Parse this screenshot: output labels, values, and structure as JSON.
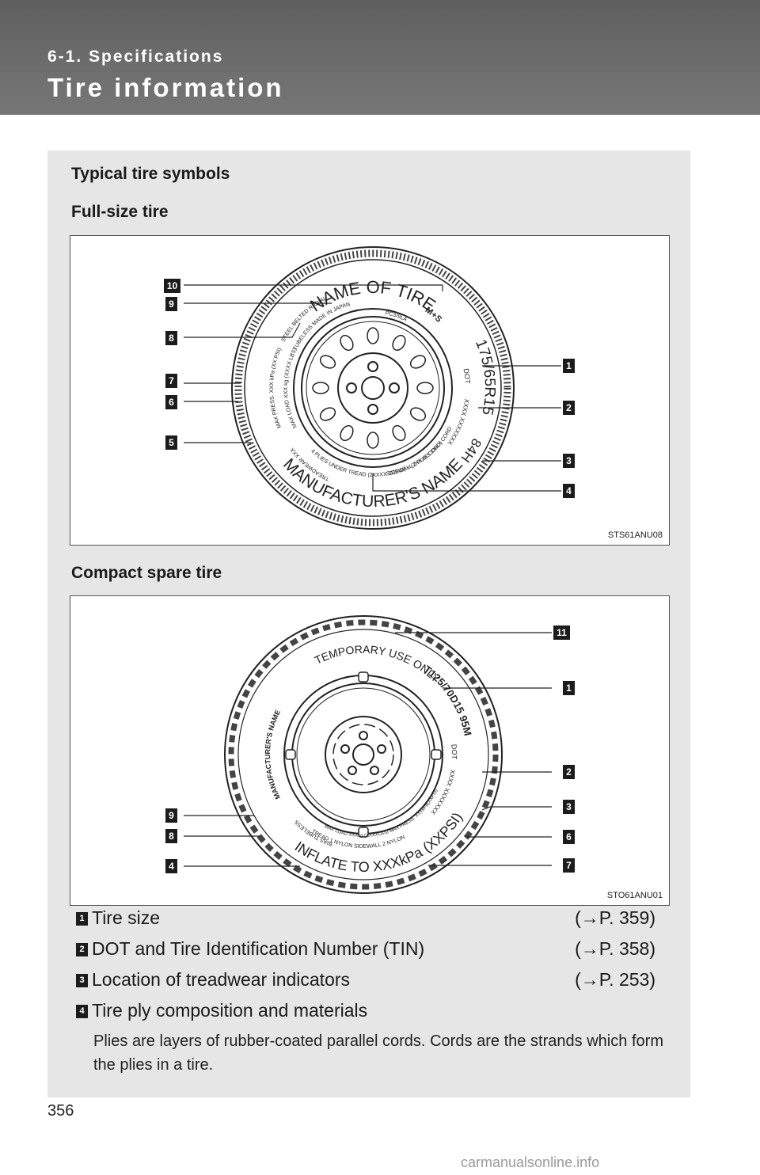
{
  "header": {
    "section": "6-1. Specifications",
    "title": "Tire information"
  },
  "headings": {
    "typical": "Typical tire symbols",
    "full_size": "Full-size tire",
    "compact": "Compact spare tire"
  },
  "figure1": {
    "code": "STS61ANU08",
    "tire_texts": {
      "name": "NAME OF TIRE",
      "size": "175/65R15",
      "load": "84H",
      "mfr": "MANUFACTURER'S NAME",
      "ms": "M+S",
      "dot": "DOT",
      "tin": "XXXX XXXXXXX",
      "pc": "PC3/9LA",
      "steel": "STEEL BELTED RADIAL",
      "tubeless": "TUBELESS MADE IN JAPAN",
      "plies": "4 PLIES UNDER TREAD (2XXXX CORD) + (2XXXX CORD)",
      "sidewall": "SIDEWALL 2 PLIES XXXX CORD",
      "tread": "TREADWEAR XXX",
      "maxpress": "MAX PRESS. XXX kPa (XX PSI)",
      "maxload": "MAX LOAD XXX kg (XXXX LBS)"
    },
    "callouts_left": [
      "10",
      "9",
      "8",
      "7",
      "6",
      "5"
    ],
    "callouts_right": [
      "1",
      "2",
      "3",
      "4"
    ]
  },
  "figure2": {
    "code": "STO61ANU01",
    "tire_texts": {
      "temp": "TEMPORARY USE ONLY",
      "size": "T125/70D15 95M",
      "dot": "DOT",
      "tin": "XXXX XXXXXXX",
      "mfr": "MANUFACTURER'S NAME",
      "inflate": "INFLATE TO XXXkPa (XXPSI)",
      "bias": "BIAS TUBELESS",
      "tread": "TREAD 1 NYLON SIDEWALL 2 NYLON",
      "maxload": "MAX LOAD XXXkg (XXXXLBS) MAX PRESS. XXXkPa(XXPSI)"
    },
    "callouts_left": [
      "9",
      "8",
      "4"
    ],
    "callouts_right": [
      "11",
      "1",
      "2",
      "3",
      "6",
      "7"
    ]
  },
  "items": [
    {
      "num": "1",
      "label": "Tire size",
      "ref": "(→P. 359)"
    },
    {
      "num": "2",
      "label": "DOT and Tire Identification Number (TIN)",
      "ref": "(→P. 358)"
    },
    {
      "num": "3",
      "label": "Location of treadwear indicators",
      "ref": "(→P. 253)"
    },
    {
      "num": "4",
      "label": "Tire ply composition and materials",
      "ref": ""
    }
  ],
  "description": "Plies are layers of rubber-coated parallel cords. Cords are the strands which form the plies in a tire.",
  "page_number": "356",
  "watermark": "carmanualsonline.info"
}
